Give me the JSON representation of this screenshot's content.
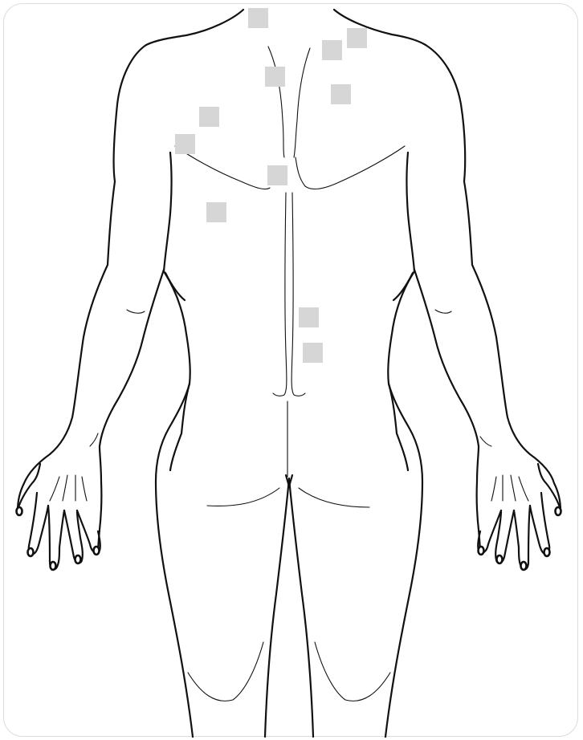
{
  "view": "back",
  "marker_color": "#d6d6d6",
  "outline_color": "#111111",
  "frame_border_color": "#dcdcdc",
  "markers": [
    {
      "id": "neck"
    },
    {
      "id": "right-upper-trapezius-1"
    },
    {
      "id": "right-upper-trapezius-2"
    },
    {
      "id": "upper-spine"
    },
    {
      "id": "right-scapula"
    },
    {
      "id": "left-scapula"
    },
    {
      "id": "left-shoulder-blade-lower"
    },
    {
      "id": "mid-spine"
    },
    {
      "id": "left-mid-back"
    },
    {
      "id": "lumbar-1"
    },
    {
      "id": "lumbar-2"
    }
  ]
}
